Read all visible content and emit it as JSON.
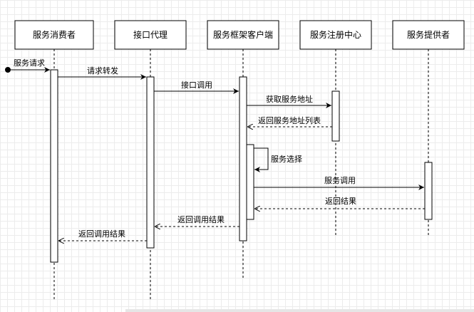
{
  "actors": [
    {
      "id": "consumer",
      "label": "服务消费者"
    },
    {
      "id": "proxy",
      "label": "接口代理"
    },
    {
      "id": "client",
      "label": "服务框架客户端"
    },
    {
      "id": "registry",
      "label": "服务注册中心"
    },
    {
      "id": "provider",
      "label": "服务提供者"
    }
  ],
  "messages": [
    {
      "id": "m0",
      "label": "服务请求",
      "style": "found"
    },
    {
      "id": "m1",
      "label": "请求转发",
      "style": "solid"
    },
    {
      "id": "m2",
      "label": "接口调用",
      "style": "solid"
    },
    {
      "id": "m3",
      "label": "获取服务地址",
      "style": "solid"
    },
    {
      "id": "m4",
      "label": "返回服务地址列表",
      "style": "dashed"
    },
    {
      "id": "m5",
      "label": "服务选择",
      "style": "self"
    },
    {
      "id": "m6",
      "label": "服务调用",
      "style": "solid"
    },
    {
      "id": "m7",
      "label": "返回结果",
      "style": "dashed"
    },
    {
      "id": "m8",
      "label": "返回调用结果",
      "style": "dashed"
    },
    {
      "id": "m9",
      "label": "返回调用结果",
      "style": "dashed"
    }
  ]
}
